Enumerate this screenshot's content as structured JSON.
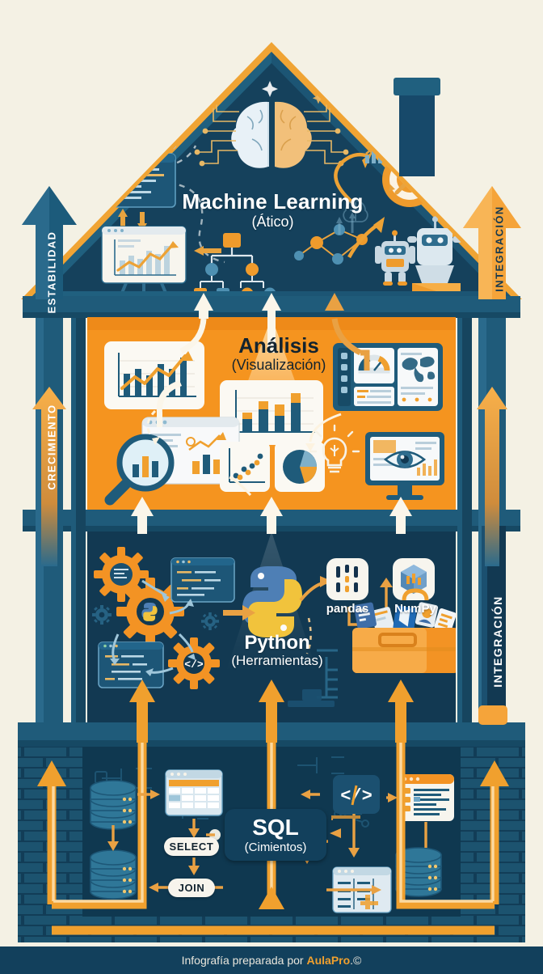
{
  "meta": {
    "title": "Casa del Análisis de Datos",
    "background_color": "#f4f1e4"
  },
  "palette": {
    "navy": "#123952",
    "deep_navy": "#0e2e42",
    "teal": "#1f5b7a",
    "orange": "#f39324",
    "light_orange": "#f8b04a",
    "cream": "#f4f1e4",
    "white": "#ffffff"
  },
  "floors": [
    {
      "id": "attic",
      "title": "Machine Learning",
      "subtitle": "(Ático)",
      "level": "4",
      "icons": [
        "brain-circuit-icon",
        "code-window-icon",
        "chart-easel-icon",
        "decision-tree-icon",
        "target-arrow-icon",
        "robot-icon",
        "robot-small-icon",
        "network-graph-icon",
        "gear-icon",
        "trend-up-icon",
        "sparkle-icon"
      ]
    },
    {
      "id": "analysis",
      "title": "Análisis",
      "subtitle": "(Visualización)",
      "level": "3",
      "icons": [
        "line-chart-card-icon",
        "bar-chart-card-icon",
        "dashboard-map-icon",
        "magnifier-chart-icon",
        "scatter-plot-icon",
        "pie-chart-icon",
        "lightbulb-icon",
        "eye-monitor-icon"
      ]
    },
    {
      "id": "tools",
      "title": "Python",
      "subtitle": "(Herramientas)",
      "level": "2",
      "icons": [
        "python-logo-icon",
        "gear-python-icon",
        "gear-code-icon",
        "code-window-icon",
        "toolbox-icon",
        "pandas-icon",
        "numpy-icon"
      ],
      "tools": [
        {
          "name": "pandas",
          "icon": "pandas-icon"
        },
        {
          "name": "NumPy",
          "icon": "numpy-icon"
        }
      ]
    },
    {
      "id": "foundation",
      "title": "SQL",
      "subtitle": "(Cimientos)",
      "level": "1",
      "icons": [
        "database-cylinder-icon",
        "table-grid-icon",
        "code-brackets-icon",
        "list-window-icon",
        "schema-node-icon"
      ],
      "pills": [
        "SELECT",
        "JOIN"
      ]
    }
  ],
  "side_columns": {
    "left": [
      {
        "label": "ESTABILIDAD",
        "direction": "up",
        "color": "#ffffff"
      },
      {
        "label": "CRECIMIENTO",
        "direction": "up",
        "color": "#ffffff"
      }
    ],
    "right": [
      {
        "label": "INTEGRACIÓN",
        "direction": "up",
        "color": "#15394f"
      },
      {
        "label": "INTEGRACIÓN",
        "direction": "up",
        "color": "#ffffff"
      }
    ]
  },
  "footer": {
    "text": "Infografía preparada por ",
    "brand": "AulaPro",
    "suffix": ".©"
  }
}
